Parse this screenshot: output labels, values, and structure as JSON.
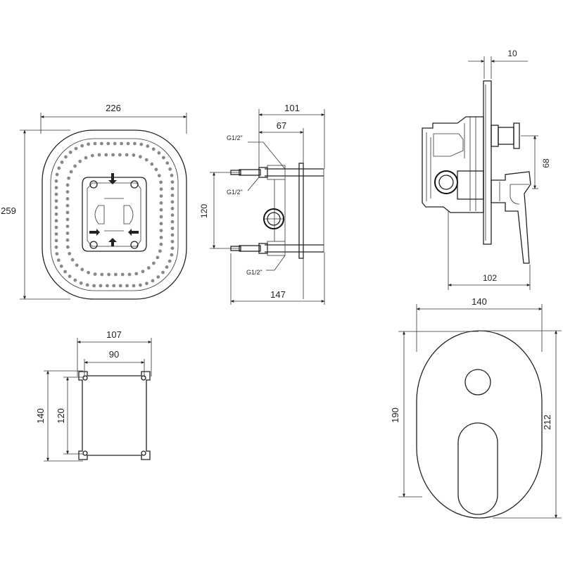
{
  "view_plate": {
    "width": "226",
    "height": "259"
  },
  "view_side": {
    "depth_total": "147",
    "depth_outer": "101",
    "depth_inner": "67",
    "spacing": "120",
    "thread_top": "G1/2\"",
    "thread_mid": "G1/2\"",
    "thread_bottom": "G1/2\""
  },
  "view_profile": {
    "plate_thickness": "10",
    "offset": "68",
    "depth": "102"
  },
  "view_bracket": {
    "outer_width": "107",
    "inner_width": "90",
    "outer_height": "140",
    "inner_height": "120"
  },
  "view_front": {
    "width": "140",
    "inner_height": "190",
    "outer_height": "212"
  },
  "colors": {
    "line": "#222222",
    "hatch": "#888888",
    "background": "#ffffff"
  }
}
